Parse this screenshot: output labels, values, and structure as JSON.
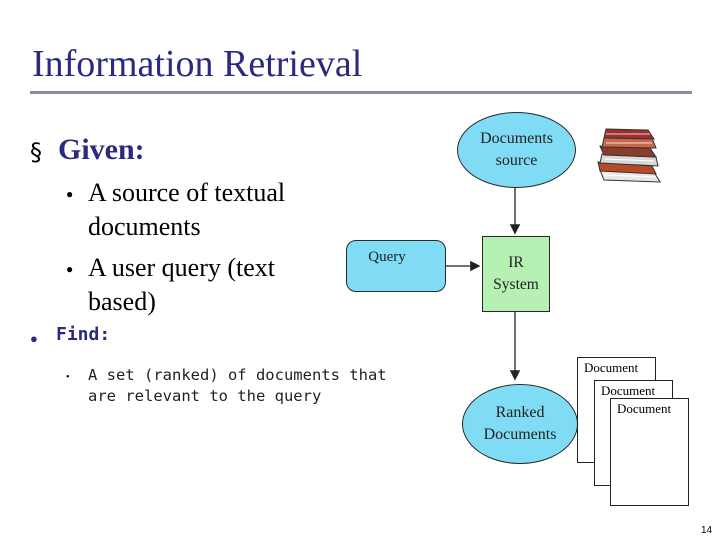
{
  "slide": {
    "title": "Information Retrieval",
    "page_number": "14",
    "colors": {
      "title": "#2a2a80",
      "ellipse_fill": "#7fdcf4",
      "ir_fill": "#b6f0b2",
      "rule": "#8c8ca8"
    }
  },
  "bullets": {
    "given_marker": "§",
    "given_label": "Given:",
    "given_marker_sub": "●",
    "given_items": [
      "A source of textual documents",
      "A user query (text based)"
    ],
    "find_marker": "●",
    "find_label": "Find:",
    "find_item_marker": "•",
    "find_items": [
      "A set (ranked) of documents that are relevant to the query"
    ]
  },
  "diagram": {
    "documents_source": "Documents source",
    "query": "Query",
    "ir_system": "IR System",
    "ranked_documents": "Ranked Documents",
    "document_pages": [
      "Document",
      "Document",
      "Document"
    ],
    "books_icon": "stack-of-books-icon"
  }
}
